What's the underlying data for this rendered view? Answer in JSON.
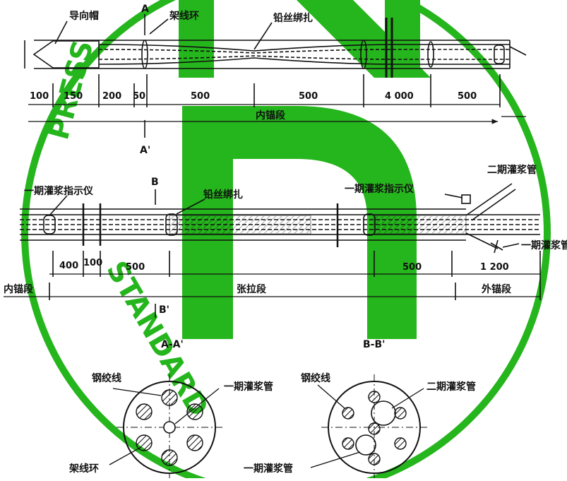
{
  "watermark": {
    "text_left": "PRESS",
    "text_bottom": "STANDARD",
    "color": "#25b51c"
  },
  "top_view": {
    "guide_cap": "导向帽",
    "section_a": "A",
    "section_a_prime": "A'",
    "spacer_ring": "架线环",
    "wire_binding": "铅丝绑扎",
    "dims": [
      "100",
      "150",
      "200",
      "50",
      "500",
      "500",
      "4 000",
      "500"
    ],
    "segment": "内锚段"
  },
  "middle_view": {
    "indicator_left": "一期灌浆指示仪",
    "section_b": "B",
    "section_b_prime": "B'",
    "wire_binding": "铅丝绑扎",
    "indicator_right": "一期灌浆指示仪",
    "grout_pipe_2": "二期灌浆管",
    "grout_pipe_1": "一期灌浆管",
    "dims": [
      "400",
      "100",
      "500",
      "500",
      "1 200"
    ],
    "segments": [
      "内锚段",
      "张拉段",
      "外锚段"
    ]
  },
  "section_aa": {
    "title": "A-A'",
    "strand": "钢绞线",
    "grout_pipe_1": "一期灌浆管",
    "spacer_ring": "架线环"
  },
  "section_bb": {
    "title": "B-B'",
    "strand": "钢绞线",
    "grout_pipe_2": "二期灌浆管",
    "grout_pipe_1": "一期灌浆管"
  },
  "colors": {
    "line": "#111111",
    "background": "#ffffff",
    "watermark": "#25b51c"
  }
}
